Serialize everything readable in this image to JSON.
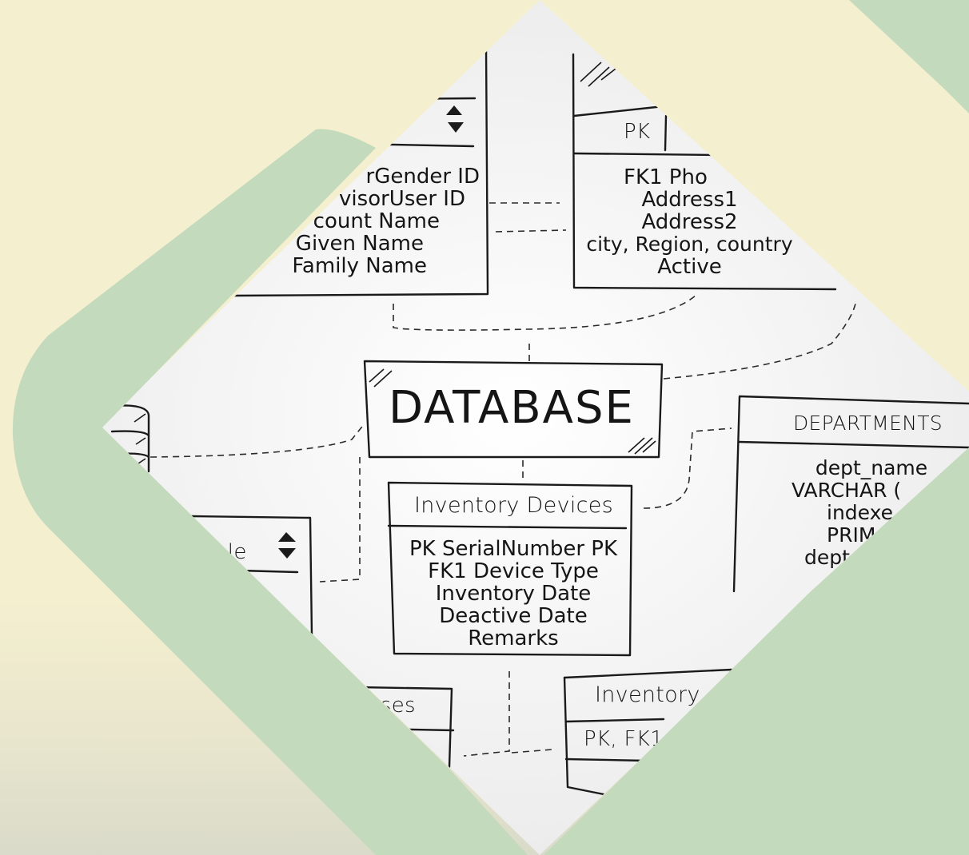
{
  "diagram": {
    "title": "DATABASE",
    "user_table": {
      "fields": [
        "rGender ID",
        "visorUser ID",
        "count Name",
        "Given Name",
        "Family Name"
      ]
    },
    "address_table": {
      "header": [
        "PK",
        ""
      ],
      "fields": [
        "FK1    Pho",
        "Address1",
        "Address2",
        "city, Region, country",
        "Active"
      ]
    },
    "departments_table": {
      "title": "DEPARTMENTS",
      "fields": [
        "dept_name",
        "VARCHAR (",
        "indexe",
        "PRIM",
        "dept"
      ]
    },
    "inventory_devices": {
      "title": "Inventory Devices",
      "fields": [
        "PK SerialNumber PK",
        "FK1 Device Type",
        "Inventory Date",
        "Deactive Date",
        "Remarks"
      ]
    },
    "left_table": {
      "title": "ble"
    },
    "bottom_left_table": {
      "title": "sses"
    },
    "inventory_bottom": {
      "title": "Inventory",
      "field": "PK, FK1"
    }
  },
  "colors": {
    "background": "#f4efcf",
    "green_frame": "#c4dabd",
    "ink": "#151515"
  }
}
